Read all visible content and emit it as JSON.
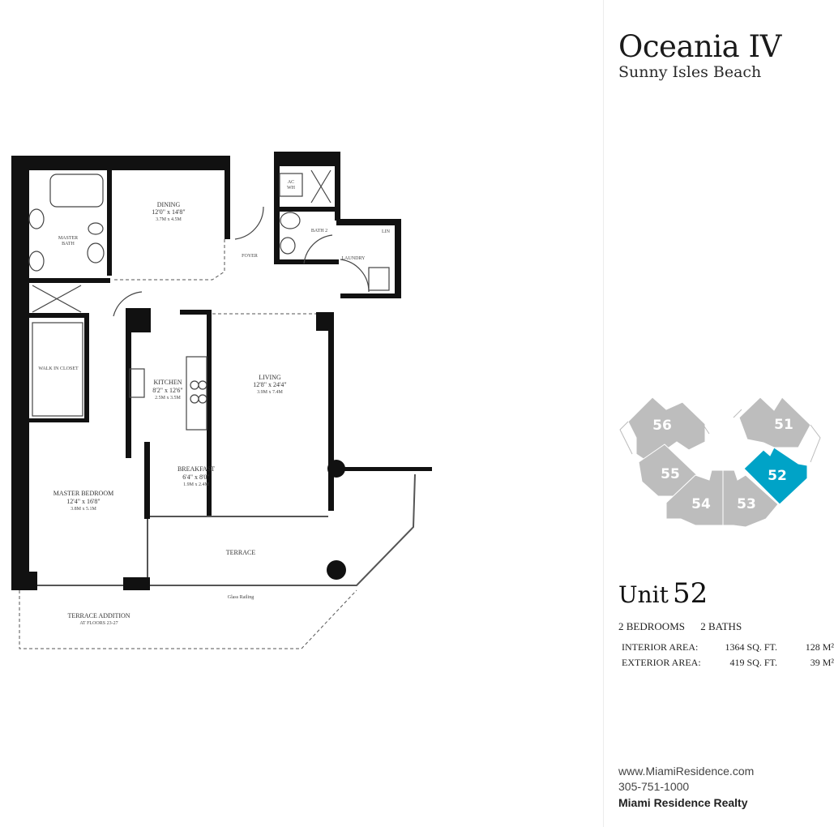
{
  "header": {
    "title": "Oceania IV",
    "subtitle": "Sunny Isles Beach"
  },
  "floorplan": {
    "rooms": [
      {
        "name": "DINING",
        "dims": "12'0\" x 14'8\"",
        "metric": "3.7M x 4.5M"
      },
      {
        "name": "LIVING",
        "dims": "12'8\" x 24'4\"",
        "metric": "3.9M x 7.4M"
      },
      {
        "name": "KITCHEN",
        "dims": "8'2\" x 12'6\"",
        "metric": "2.5M x 3.5M"
      },
      {
        "name": "BREAKFAST",
        "dims": "6'4\" x 8'0\"",
        "metric": "1.9M x 2.4M"
      },
      {
        "name": "MASTER BEDROOM",
        "dims": "12'4\" x 16'8\"",
        "metric": "3.8M x 5.1M"
      }
    ],
    "labels": {
      "master_bath_1": "MASTER",
      "master_bath_2": "BATH",
      "walk_in_closet": "WALK IN CLOSET",
      "foyer": "FOYER",
      "bath2": "BATH 2",
      "laundry": "LAUNDRY",
      "ac_1": "AC",
      "ac_2": "WH",
      "linen": "LIN",
      "terrace": "TERRACE",
      "glass_railing": "Glass Railing",
      "terrace_addition": "TERRACE ADDITION",
      "terrace_addition_floors": "AT FLOORS 23-27"
    }
  },
  "keyplan": {
    "units": [
      "56",
      "55",
      "54",
      "53",
      "52",
      "51"
    ],
    "selected": "52",
    "colors": {
      "selected": "#00a3c7",
      "other": "#bdbdbd"
    }
  },
  "unit": {
    "label": "Unit",
    "number": "52",
    "bedrooms": "2 BEDROOMS",
    "baths": "2 BATHS",
    "areas": [
      {
        "label": "INTERIOR AREA:",
        "sqft": "1364 SQ. FT.",
        "sqm": "128 M²"
      },
      {
        "label": "EXTERIOR AREA:",
        "sqft": "419 SQ. FT.",
        "sqm": "39 M²"
      }
    ]
  },
  "footer": {
    "website": "www.MiamiResidence.com",
    "phone": "305-751-1000",
    "company": "Miami Residence Realty"
  }
}
